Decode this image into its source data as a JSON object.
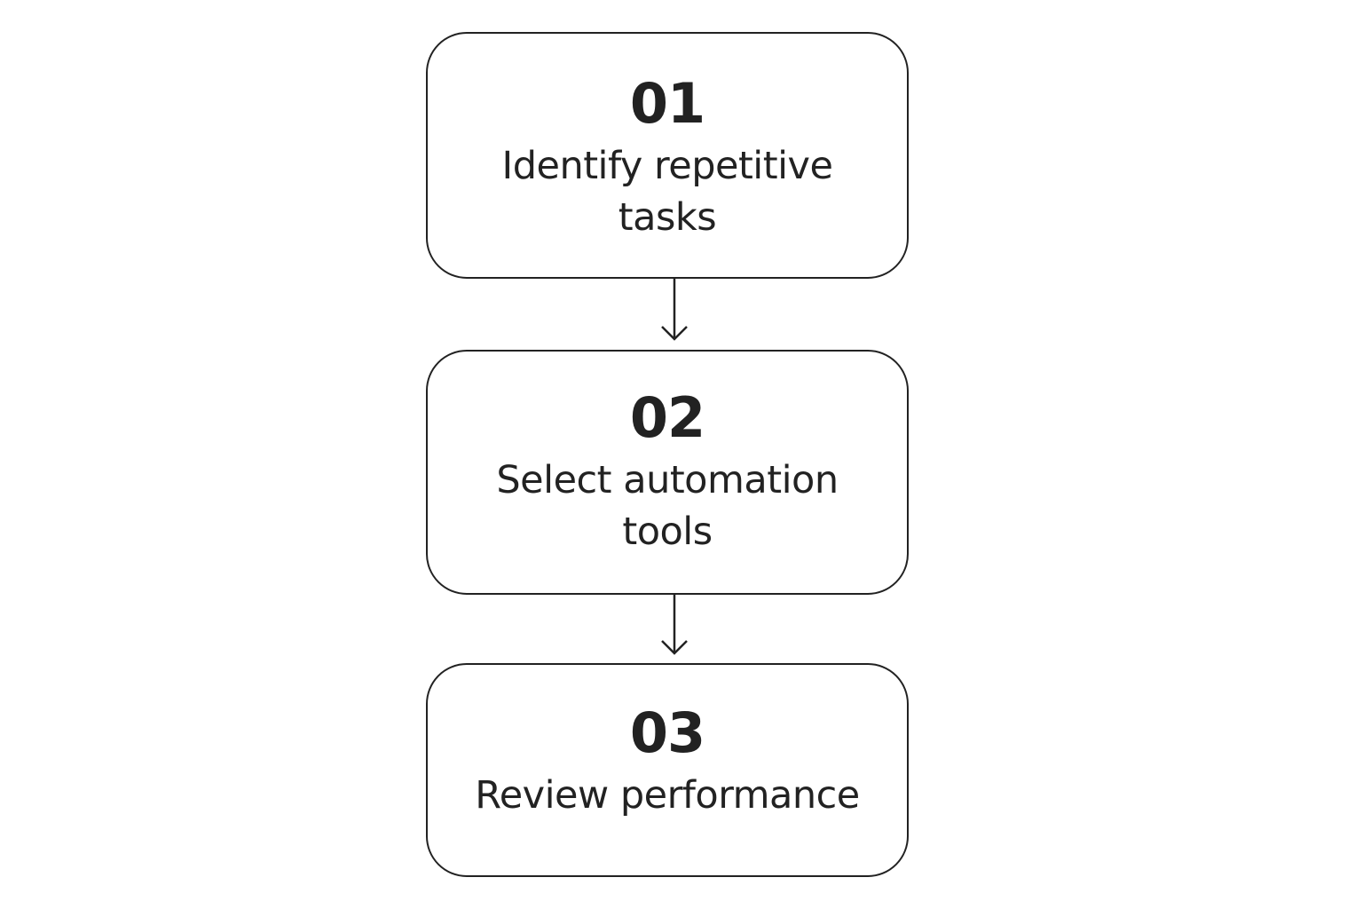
{
  "steps": [
    {
      "number": "01",
      "label": "Identify repetitive tasks"
    },
    {
      "number": "02",
      "label": "Select automation tools"
    },
    {
      "number": "03",
      "label": "Review performance"
    }
  ],
  "colors": {
    "stroke": "#222222",
    "text": "#222222",
    "background": "#ffffff"
  }
}
